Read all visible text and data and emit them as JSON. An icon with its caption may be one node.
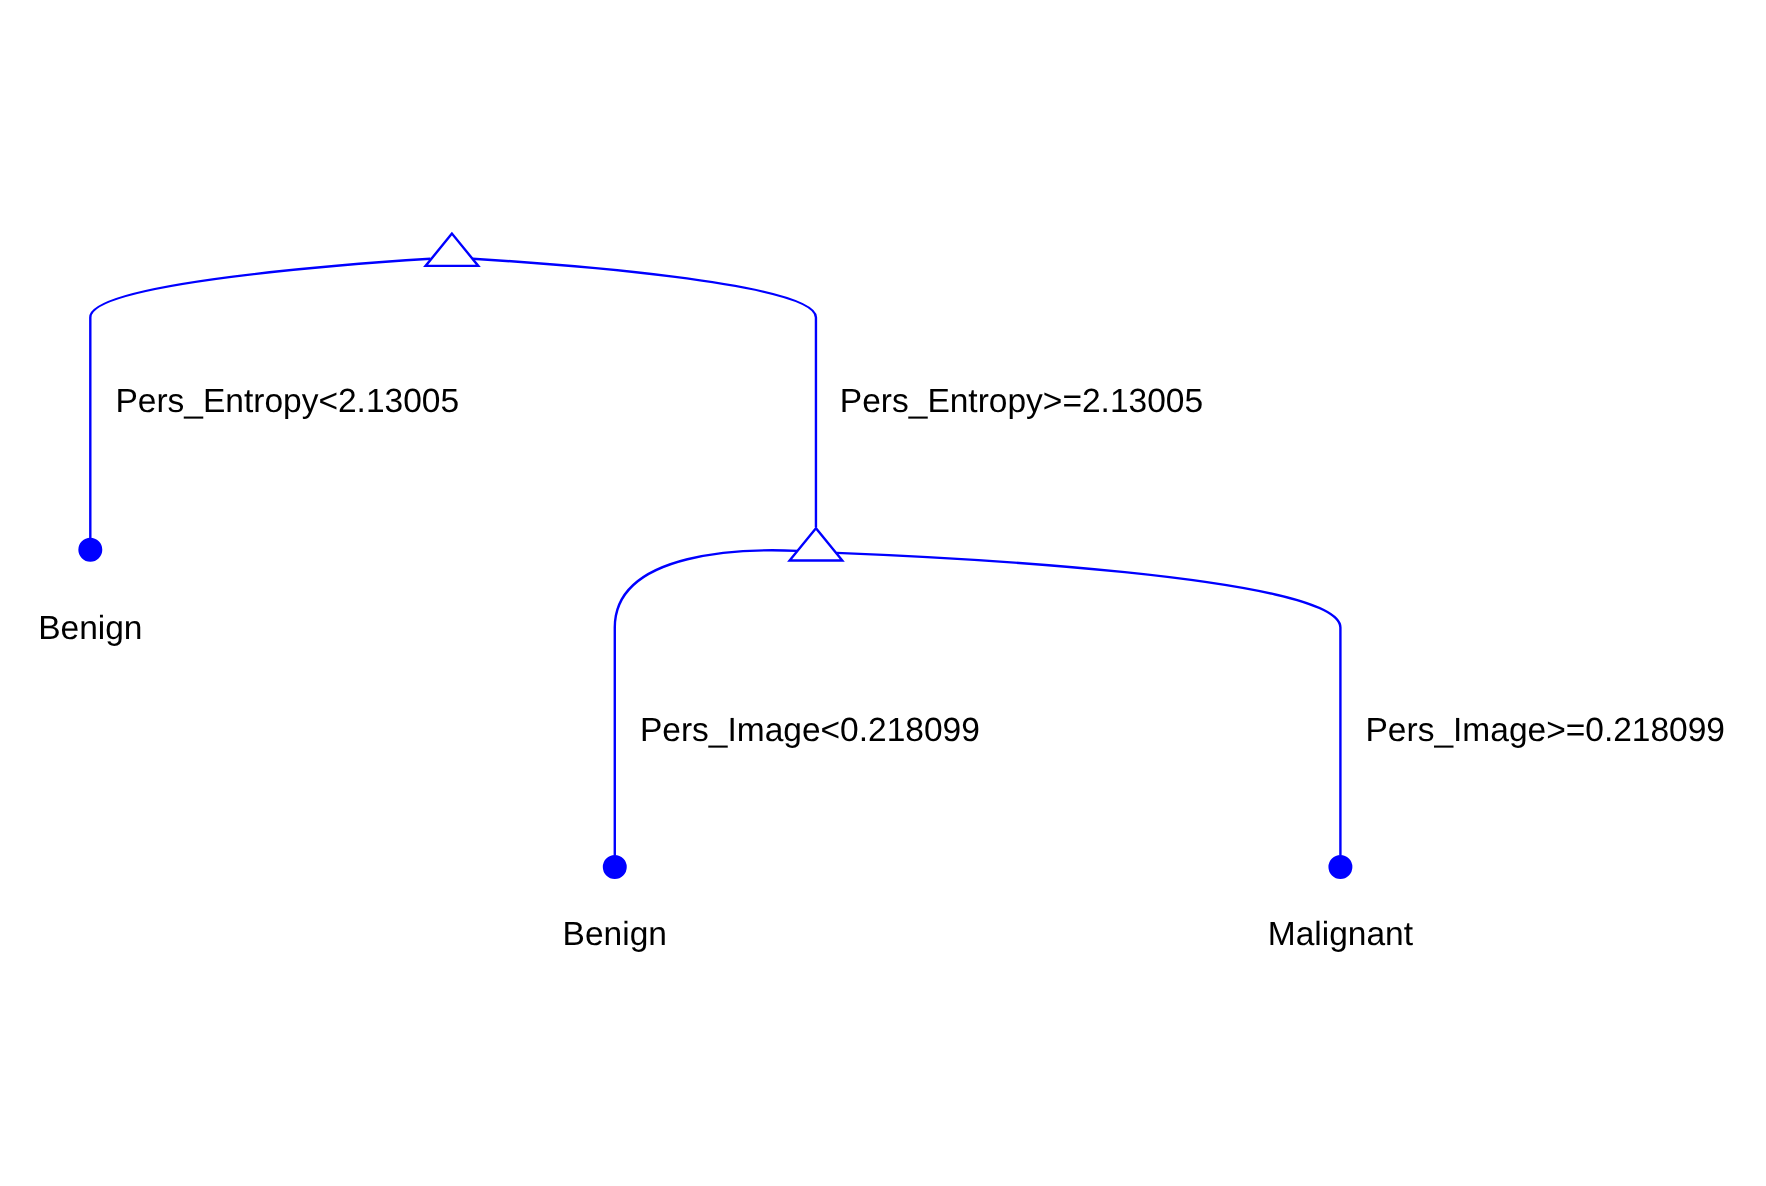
{
  "diagram": {
    "nodes": [
      {
        "text": [],
        "shape": "triangle"
      },
      {
        "text": [],
        "shape": "circle",
        "beside": [
          "Benign"
        ]
      },
      {
        "text": [],
        "shape": "triangle"
      },
      {
        "text": [],
        "shape": "circle",
        "beside": [
          "Benign"
        ]
      },
      {
        "text": [],
        "shape": "circle",
        "beside": [
          "Malignant"
        ]
      }
    ],
    "edges": [
      {
        "from": 0,
        "to": 1,
        "arrow": "none",
        "label": "Pers_Entropy<2.13005"
      },
      {
        "from": 0,
        "to": 2,
        "arrow": "none",
        "label": "Pers_Entropy>=2.13005"
      },
      {
        "from": 2,
        "to": 3,
        "arrow": "none",
        "label": "Pers_Image<0.218099"
      },
      {
        "from": 2,
        "to": 4,
        "arrow": "none",
        "label": "Pers_Image>=0.218099"
      }
    ]
  }
}
